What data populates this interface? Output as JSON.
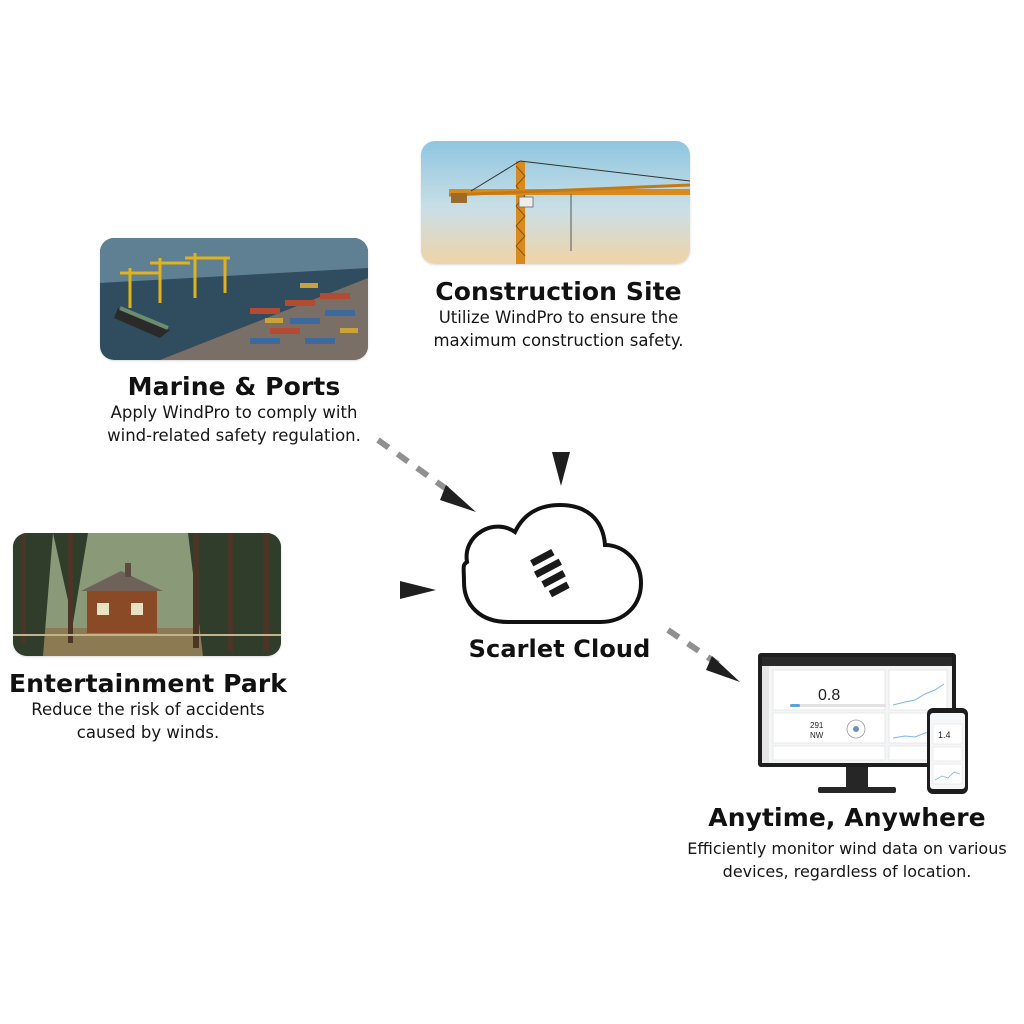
{
  "construction": {
    "title": "Construction Site",
    "desc_line1": "Utilize WindPro to ensure the",
    "desc_line2": "maximum construction safety."
  },
  "marine": {
    "title": "Marine & Ports",
    "desc_line1": "Apply WindPro to comply with",
    "desc_line2": "wind-related safety regulation."
  },
  "park": {
    "title": "Entertainment Park",
    "desc_line1": "Reduce the risk of accidents",
    "desc_line2": "caused by winds."
  },
  "cloud": {
    "label": "Scarlet Cloud"
  },
  "anywhere": {
    "title": "Anytime, Anywhere",
    "desc_line1": "Efficiently monitor wind data on various",
    "desc_line2": "devices, regardless of location."
  },
  "monitor_screen": {
    "speed_value": "0.8",
    "direction_value": "291",
    "direction_label": "NW",
    "phone_value": "1.4"
  }
}
